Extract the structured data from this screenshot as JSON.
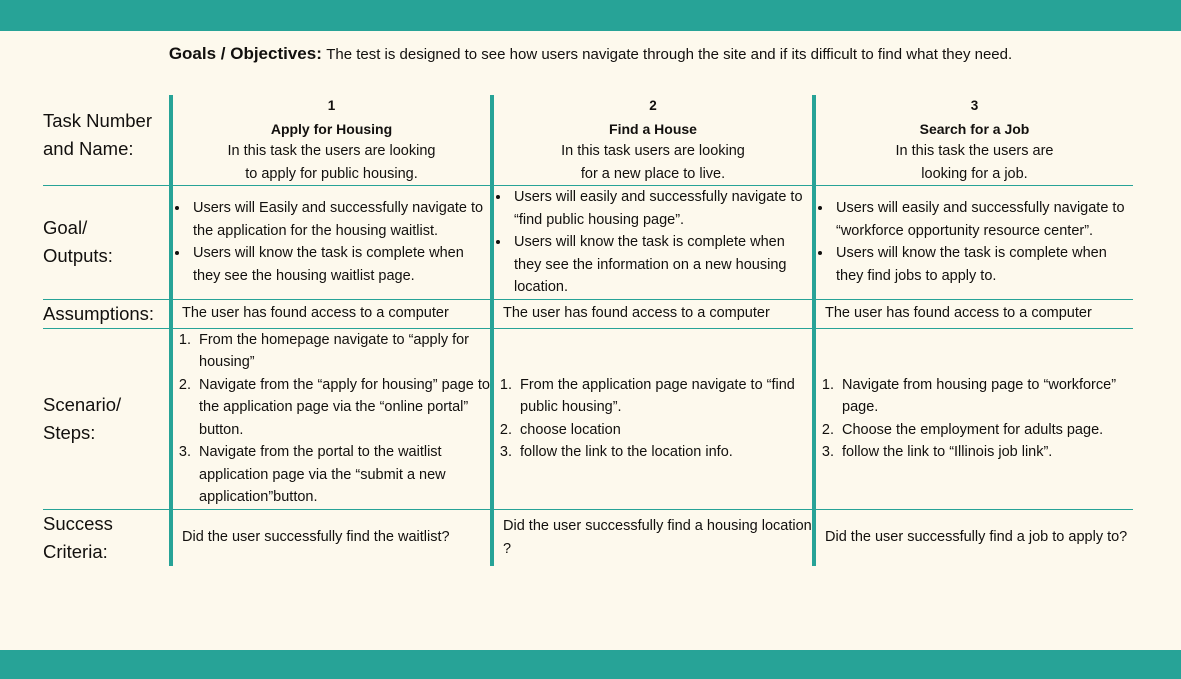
{
  "theme": {
    "accent": "#27a397",
    "background": "#fdf9ed",
    "text": "#12100e"
  },
  "header": {
    "goals_label": "Goals / Objectives:",
    "goals_text": "The test is designed to see how users navigate through the site and if its difficult to find what they need."
  },
  "table": {
    "row_labels": {
      "task": "Task Number and Name:",
      "task_line1": "Task Number",
      "task_line2": "and Name:",
      "goal": "Goal/ Outputs:",
      "goal_line1": "Goal/",
      "goal_line2": "Outputs:",
      "assumptions": "Assumptions:",
      "scenario_line1": "Scenario/",
      "scenario_line2": "Steps:",
      "success_line1": "Success",
      "success_line2": "Criteria:"
    },
    "tasks": [
      {
        "number": "1",
        "name": "Apply for Housing",
        "description_line1": "In this task the users are looking",
        "description_line2": "to apply for public housing.",
        "goals": [
          "Users will Easily and successfully navigate to the application for the housing waitlist.",
          "Users will know the task is complete when they see the housing waitlist page."
        ],
        "assumptions": "The user has found access to a computer",
        "steps": [
          "From the homepage navigate to “apply for housing”",
          "Navigate from the “apply for housing” page to the application page via the “online portal” button.",
          "Navigate from the portal to the waitlist application page via the “submit a new application”button."
        ],
        "success_criteria": "Did the user successfully find the waitlist?"
      },
      {
        "number": "2",
        "name": "Find a House",
        "description_line1": "In this task users are looking",
        "description_line2": "for a new place to live.",
        "goals": [
          "Users will easily and successfully navigate to “find public housing page”.",
          "Users will know the task is complete when they see the information on a new housing location."
        ],
        "assumptions": "The user has found access to a computer",
        "steps": [
          "From the application page navigate to “find public housing”.",
          "choose location",
          "follow the link to the location info."
        ],
        "success_criteria": "Did the user successfully find a housing location ?"
      },
      {
        "number": "3",
        "name": "Search for a Job",
        "description_line1": "In this task the users are",
        "description_line2": "looking for a job.",
        "goals": [
          "Users will easily and successfully navigate to “workforce opportunity resource center”.",
          "Users will know the task is complete when they find jobs to apply to."
        ],
        "assumptions": "The user has found access to a computer",
        "steps": [
          "Navigate from housing page to “workforce” page.",
          "Choose the employment for adults page.",
          "follow the link to “Illinois job link”."
        ],
        "success_criteria": "Did the user successfully find a job to apply to?"
      }
    ]
  }
}
